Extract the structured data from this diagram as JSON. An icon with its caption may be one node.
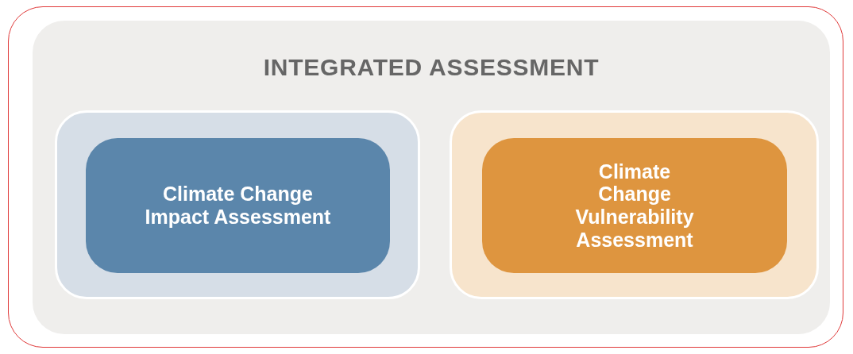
{
  "diagram": {
    "nodes": [
      {
        "text": [
          "INTEGRATED ASSESSMENT"
        ]
      },
      {
        "text": [],
        "shape": "box",
        "in": 0
      },
      {
        "text": [
          "Climate Change Impact Assessment"
        ],
        "in": 1
      },
      {
        "text": [],
        "shape": "box",
        "in": 0
      },
      {
        "text": [
          "Climate Change Vulnerability Assessment"
        ],
        "in": 3
      }
    ]
  }
}
